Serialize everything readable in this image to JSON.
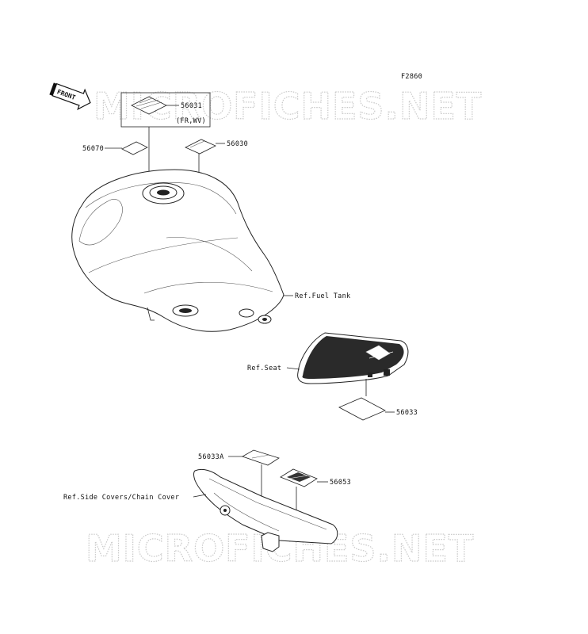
{
  "figure_code": "F2860",
  "front_arrow_text": "FRONT",
  "watermark": "MICROFICHES.NET",
  "labels": {
    "p56031": "56031",
    "p56031_note": "(FR,WV)",
    "p56070": "56070",
    "p56030": "56030",
    "ref_fuel_tank": "Ref.Fuel Tank",
    "ref_seat": "Ref.Seat",
    "p56033": "56033",
    "p56033A": "56033A",
    "p56053": "56053",
    "ref_side_covers": "Ref.Side Covers/Chain Cover"
  },
  "colors": {
    "line": "#222222",
    "watermark": "#c9c9c9",
    "seat_fill": "#2a2a2a"
  }
}
